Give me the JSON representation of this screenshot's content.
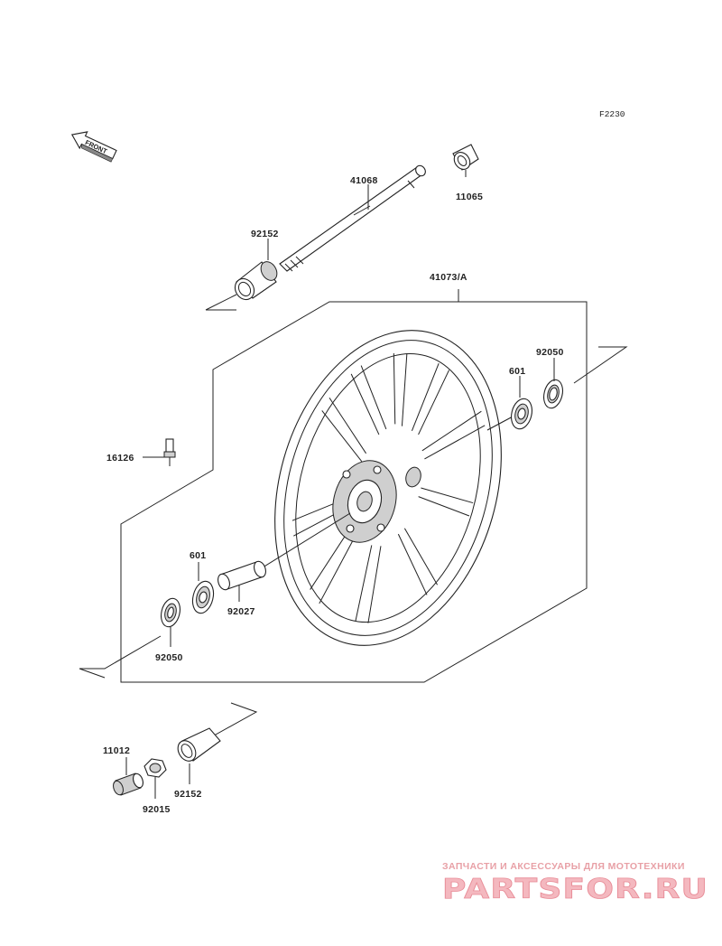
{
  "diagram_code": "F2230",
  "front_arrow_label": "FRONT",
  "parts": {
    "axle_spacer_top": "11065",
    "front_axle": "41068",
    "collar_upper": "92152",
    "wheel_assembly": "41073/A",
    "oil_seal_right": "92050",
    "bearing_right": "601",
    "valve": "16126",
    "bearing_left": "601",
    "distance_collar": "92027",
    "oil_seal_left": "92050",
    "cap": "11012",
    "collar_lower": "92152",
    "axle_nut": "92015"
  },
  "watermark": {
    "caption": "ЗАПЧАСТИ И АКСЕССУАРЫ ДЛЯ МОТОТЕХНИКИ",
    "brand": "PARTSFOR.RU"
  }
}
